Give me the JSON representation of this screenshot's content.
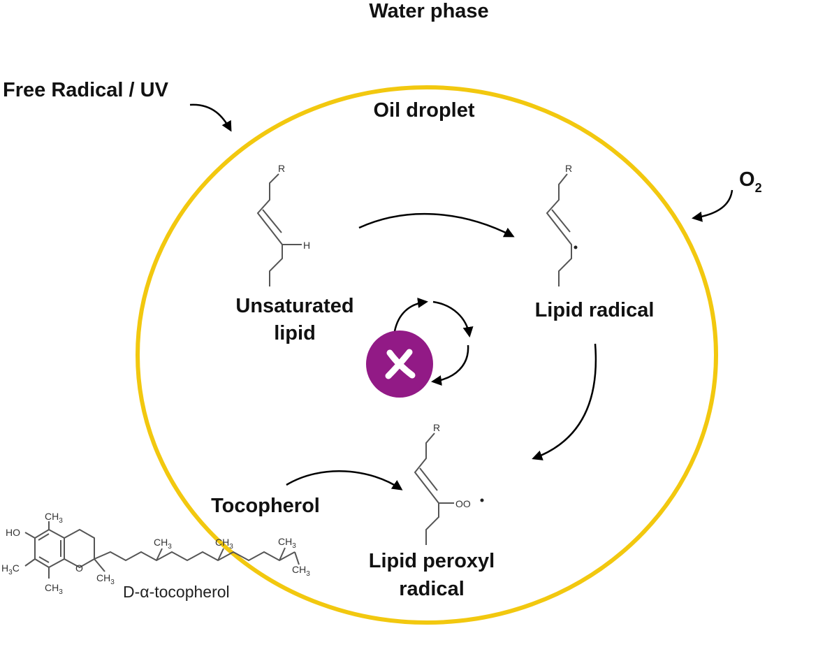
{
  "labels": {
    "water_phase": "Water phase",
    "free_radical": "Free Radical / UV",
    "oil_droplet": "Oil droplet",
    "o2_main": "O",
    "o2_sub": "2",
    "unsaturated_1": "Unsaturated",
    "unsaturated_2": "lipid",
    "lipid_radical": "Lipid radical",
    "peroxyl_1": "Lipid peroxyl",
    "peroxyl_2": "radical",
    "tocopherol": "Tocopherol",
    "toco_name": "D-α-tocopherol"
  },
  "atoms": {
    "r": "R",
    "h": "H",
    "oo": "OO",
    "ho": "HO",
    "o": "O",
    "ch3": "CH",
    "three": "3",
    "h3": "H",
    "c": "C"
  },
  "colors": {
    "droplet": "#F2C80F",
    "inhibitor": "#921A86",
    "arrow": "#000000"
  },
  "icons": {
    "inhibitor": "cross-icon"
  }
}
